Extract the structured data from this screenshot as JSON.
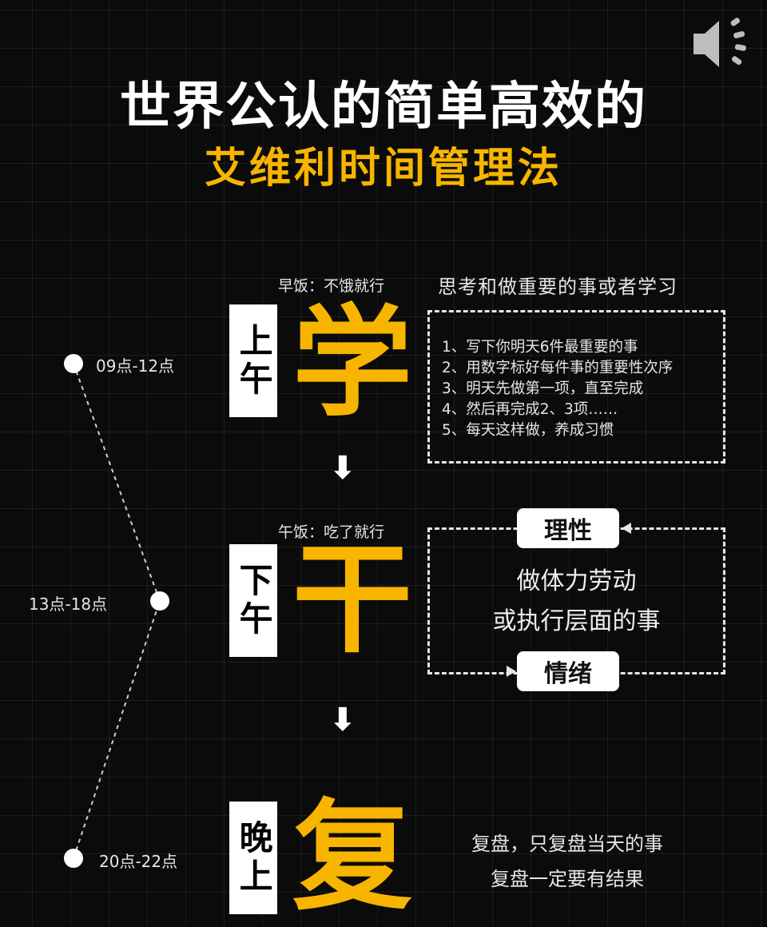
{
  "header": {
    "title": "世界公认的简单高效的",
    "subtitle": "艾维利时间管理法"
  },
  "icons": {
    "speaker": "speaker-volume-icon",
    "arrow": "arrow-down-icon"
  },
  "colors": {
    "accent": "#f7b500",
    "background": "#0b0b0b",
    "text": "#ffffff"
  },
  "timeline": [
    {
      "time": "09点-12点"
    },
    {
      "time": "13点-18点"
    },
    {
      "time": "20点-22点"
    }
  ],
  "morning": {
    "period": "上午",
    "keyword": "学",
    "meal": "早饭：不饿就行",
    "topic": "思考和做重要的事或者学习",
    "steps": [
      "1、写下你明天6件最重要的事",
      "2、用数字标好每件事的重要性次序",
      "3、明天先做第一项，直至完成",
      "4、然后再完成2、3项……",
      "5、每天这样做，养成习惯"
    ]
  },
  "afternoon": {
    "period": "下午",
    "keyword": "干",
    "meal": "午饭：吃了就行",
    "pill_top": "理性",
    "pill_bottom": "情绪",
    "line1": "做体力劳动",
    "line2": "或执行层面的事"
  },
  "evening": {
    "period": "晚上",
    "keyword": "复",
    "line1": "复盘，只复盘当天的事",
    "line2": "复盘一定要有结果"
  },
  "arrow_glyph": "⬇"
}
